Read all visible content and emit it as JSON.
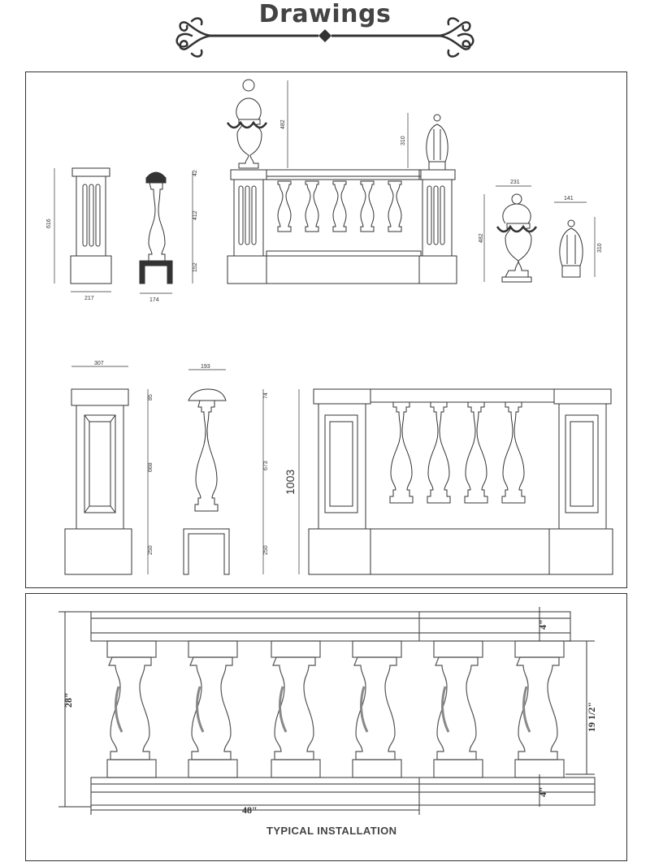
{
  "header": {
    "title": "Drawings"
  },
  "top_drawing": {
    "upper_dims": {
      "pillar_height": "616",
      "pillar_width": "217",
      "baluster_top": "42",
      "baluster_body": "412",
      "baluster_bottom": "152",
      "baluster_width": "174",
      "urn_height": "482",
      "finial_height": "310",
      "urn_width": "231",
      "urn_height_small": "482",
      "finial_width": "141",
      "finial_height_small": "310"
    },
    "lower_dims": {
      "pillar_width": "307",
      "pillar_cap": "85",
      "pillar_panel": "668",
      "pillar_base": "250",
      "baluster_width": "193",
      "baluster_top": "74",
      "baluster_body": "673",
      "baluster_base": "250",
      "total_height": "1003"
    }
  },
  "bottom_drawing": {
    "height_label": "28\"",
    "span_label": "48\"",
    "top_rail_label": "4\"",
    "baluster_label": "19 1/2\"",
    "bottom_rail_label": "4\"",
    "caption": "TYPICAL INSTALLATION"
  }
}
